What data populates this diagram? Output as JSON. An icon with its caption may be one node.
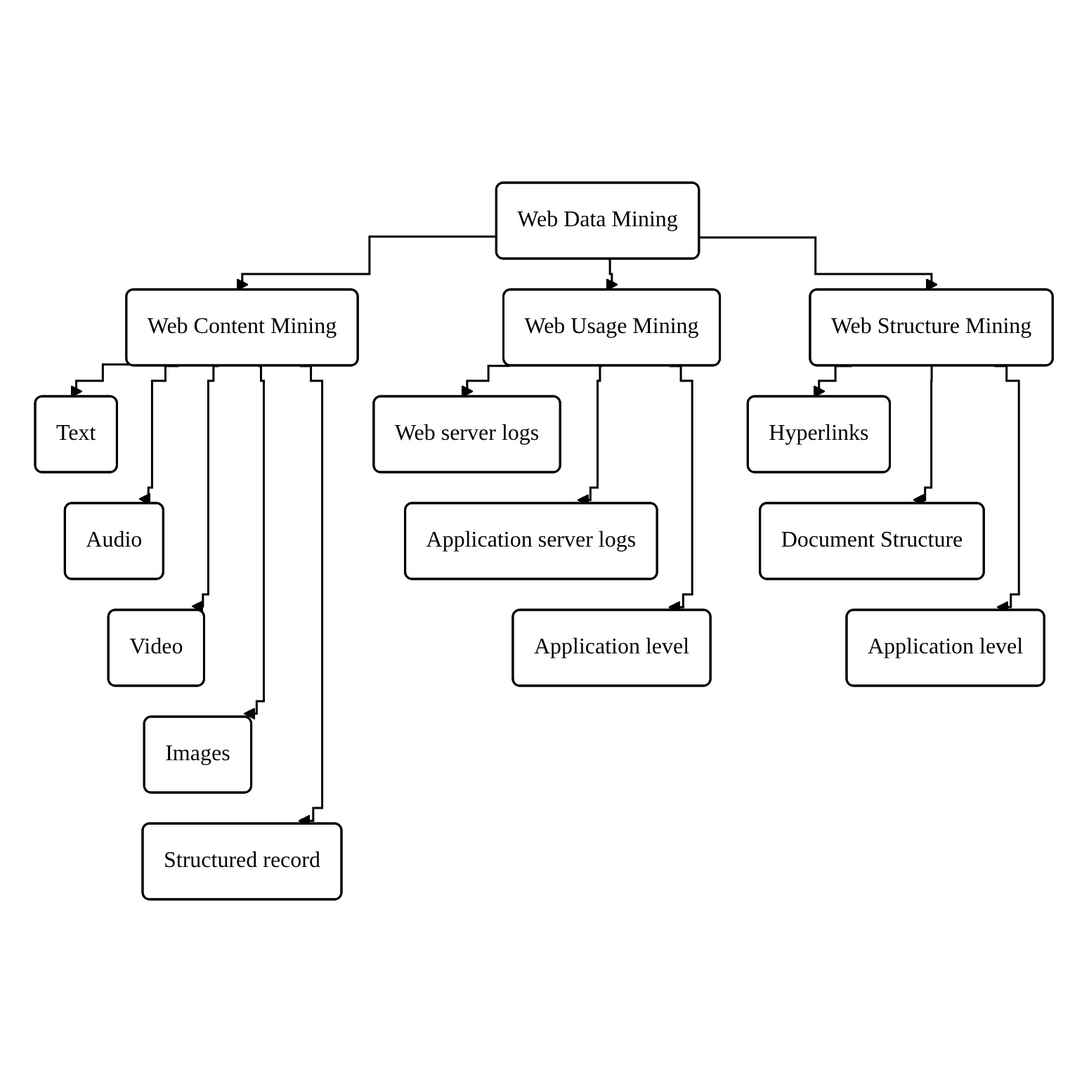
{
  "diagram": {
    "nodes": [
      {
        "text": [
          "Web Data Mining"
        ]
      },
      {
        "text": [
          "Web Content Mining"
        ]
      },
      {
        "text": [
          "Web Usage Mining"
        ]
      },
      {
        "text": [
          "Web Structure Mining"
        ]
      },
      {
        "text": [
          "Text"
        ]
      },
      {
        "text": [
          "Audio"
        ]
      },
      {
        "text": [
          "Video"
        ]
      },
      {
        "text": [
          "Images"
        ]
      },
      {
        "text": [
          "Structured record"
        ]
      },
      {
        "text": [
          "Web server logs"
        ]
      },
      {
        "text": [
          "Application server logs"
        ]
      },
      {
        "text": [
          "Application level"
        ]
      },
      {
        "text": [
          "Hyperlinks"
        ]
      },
      {
        "text": [
          "Document Structure"
        ]
      },
      {
        "text": [
          "Application level"
        ]
      }
    ],
    "edges": [
      {
        "from": 0,
        "to": 1,
        "arrow": "to"
      },
      {
        "from": 0,
        "to": 2,
        "arrow": "to"
      },
      {
        "from": 0,
        "to": 3,
        "arrow": "to"
      },
      {
        "from": 1,
        "to": 4,
        "arrow": "to"
      },
      {
        "from": 1,
        "to": 5,
        "arrow": "to"
      },
      {
        "from": 1,
        "to": 6,
        "arrow": "to"
      },
      {
        "from": 1,
        "to": 7,
        "arrow": "to"
      },
      {
        "from": 1,
        "to": 8,
        "arrow": "to"
      },
      {
        "from": 2,
        "to": 9,
        "arrow": "to"
      },
      {
        "from": 2,
        "to": 10,
        "arrow": "to"
      },
      {
        "from": 2,
        "to": 11,
        "arrow": "to"
      },
      {
        "from": 3,
        "to": 12,
        "arrow": "to"
      },
      {
        "from": 3,
        "to": 13,
        "arrow": "to"
      },
      {
        "from": 3,
        "to": 14,
        "arrow": "to"
      }
    ]
  }
}
